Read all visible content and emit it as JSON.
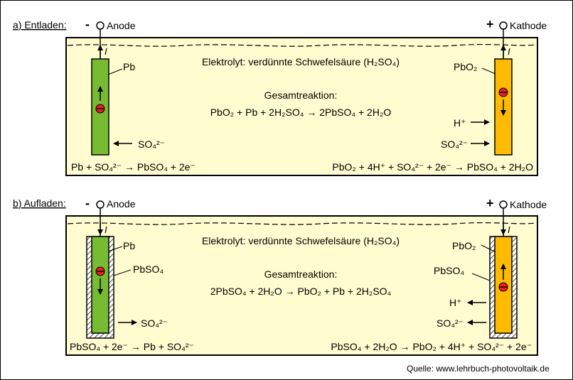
{
  "colors": {
    "electrolyte": "#fffdd0",
    "anode": "#77bb33",
    "cathode": "#ffbb00",
    "electron": "#ee1c24",
    "border": "#000000"
  },
  "panel_a": {
    "label": "a) Entladen:",
    "minus": "-",
    "plus": "+",
    "anode": "Anode",
    "cathode": "Kathode",
    "current": "I",
    "electrolyte": "Elektrolyt:  verdünnte  Schwefelsäure (H₂SO₄)",
    "pb": "Pb",
    "pbo2": "PbO₂",
    "total_title": "Gesamtreaktion:",
    "total_eq": "PbO₂  + Pb + 2H₂SO₄  →  2PbSO₄  + 2H₂O",
    "h_plus": "H⁺",
    "so4_left": "SO₄²⁻",
    "so4_right": "SO₄²⁻",
    "eq_left": "Pb + SO₄²⁻ → PbSO₄ + 2e⁻",
    "eq_right": "PbO₂  + 4H⁺ + SO₄²⁻ + 2e⁻ →  PbSO₄  + 2H₂O"
  },
  "panel_b": {
    "label": "b) Aufladen:",
    "minus": "-",
    "plus": "+",
    "anode": "Anode",
    "cathode": "Kathode",
    "current": "I",
    "electrolyte": "Elektrolyt:  verdünnte  Schwefelsäure (H₂SO₄)",
    "pb": "Pb",
    "pbso4_left": "PbSO₄",
    "pbo2": "PbO₂",
    "pbso4_right": "PbSO₄",
    "total_title": "Gesamtreaktion:",
    "total_eq": "2PbSO₄ + 2H₂O → PbO₂ + Pb + 2H₂SO₄",
    "h_plus": "H⁺",
    "so4_left": "SO₄²⁻",
    "so4_right": "SO₄²⁻",
    "eq_left": "PbSO₄ + 2e⁻  → Pb + SO₄²⁻",
    "eq_right": "PbSO₄ + 2H₂O → PbO₂ + 4H⁺ + SO₄²⁻ + 2e⁻"
  },
  "source": "Quelle: www.lehrbuch-photovoltaik.de"
}
